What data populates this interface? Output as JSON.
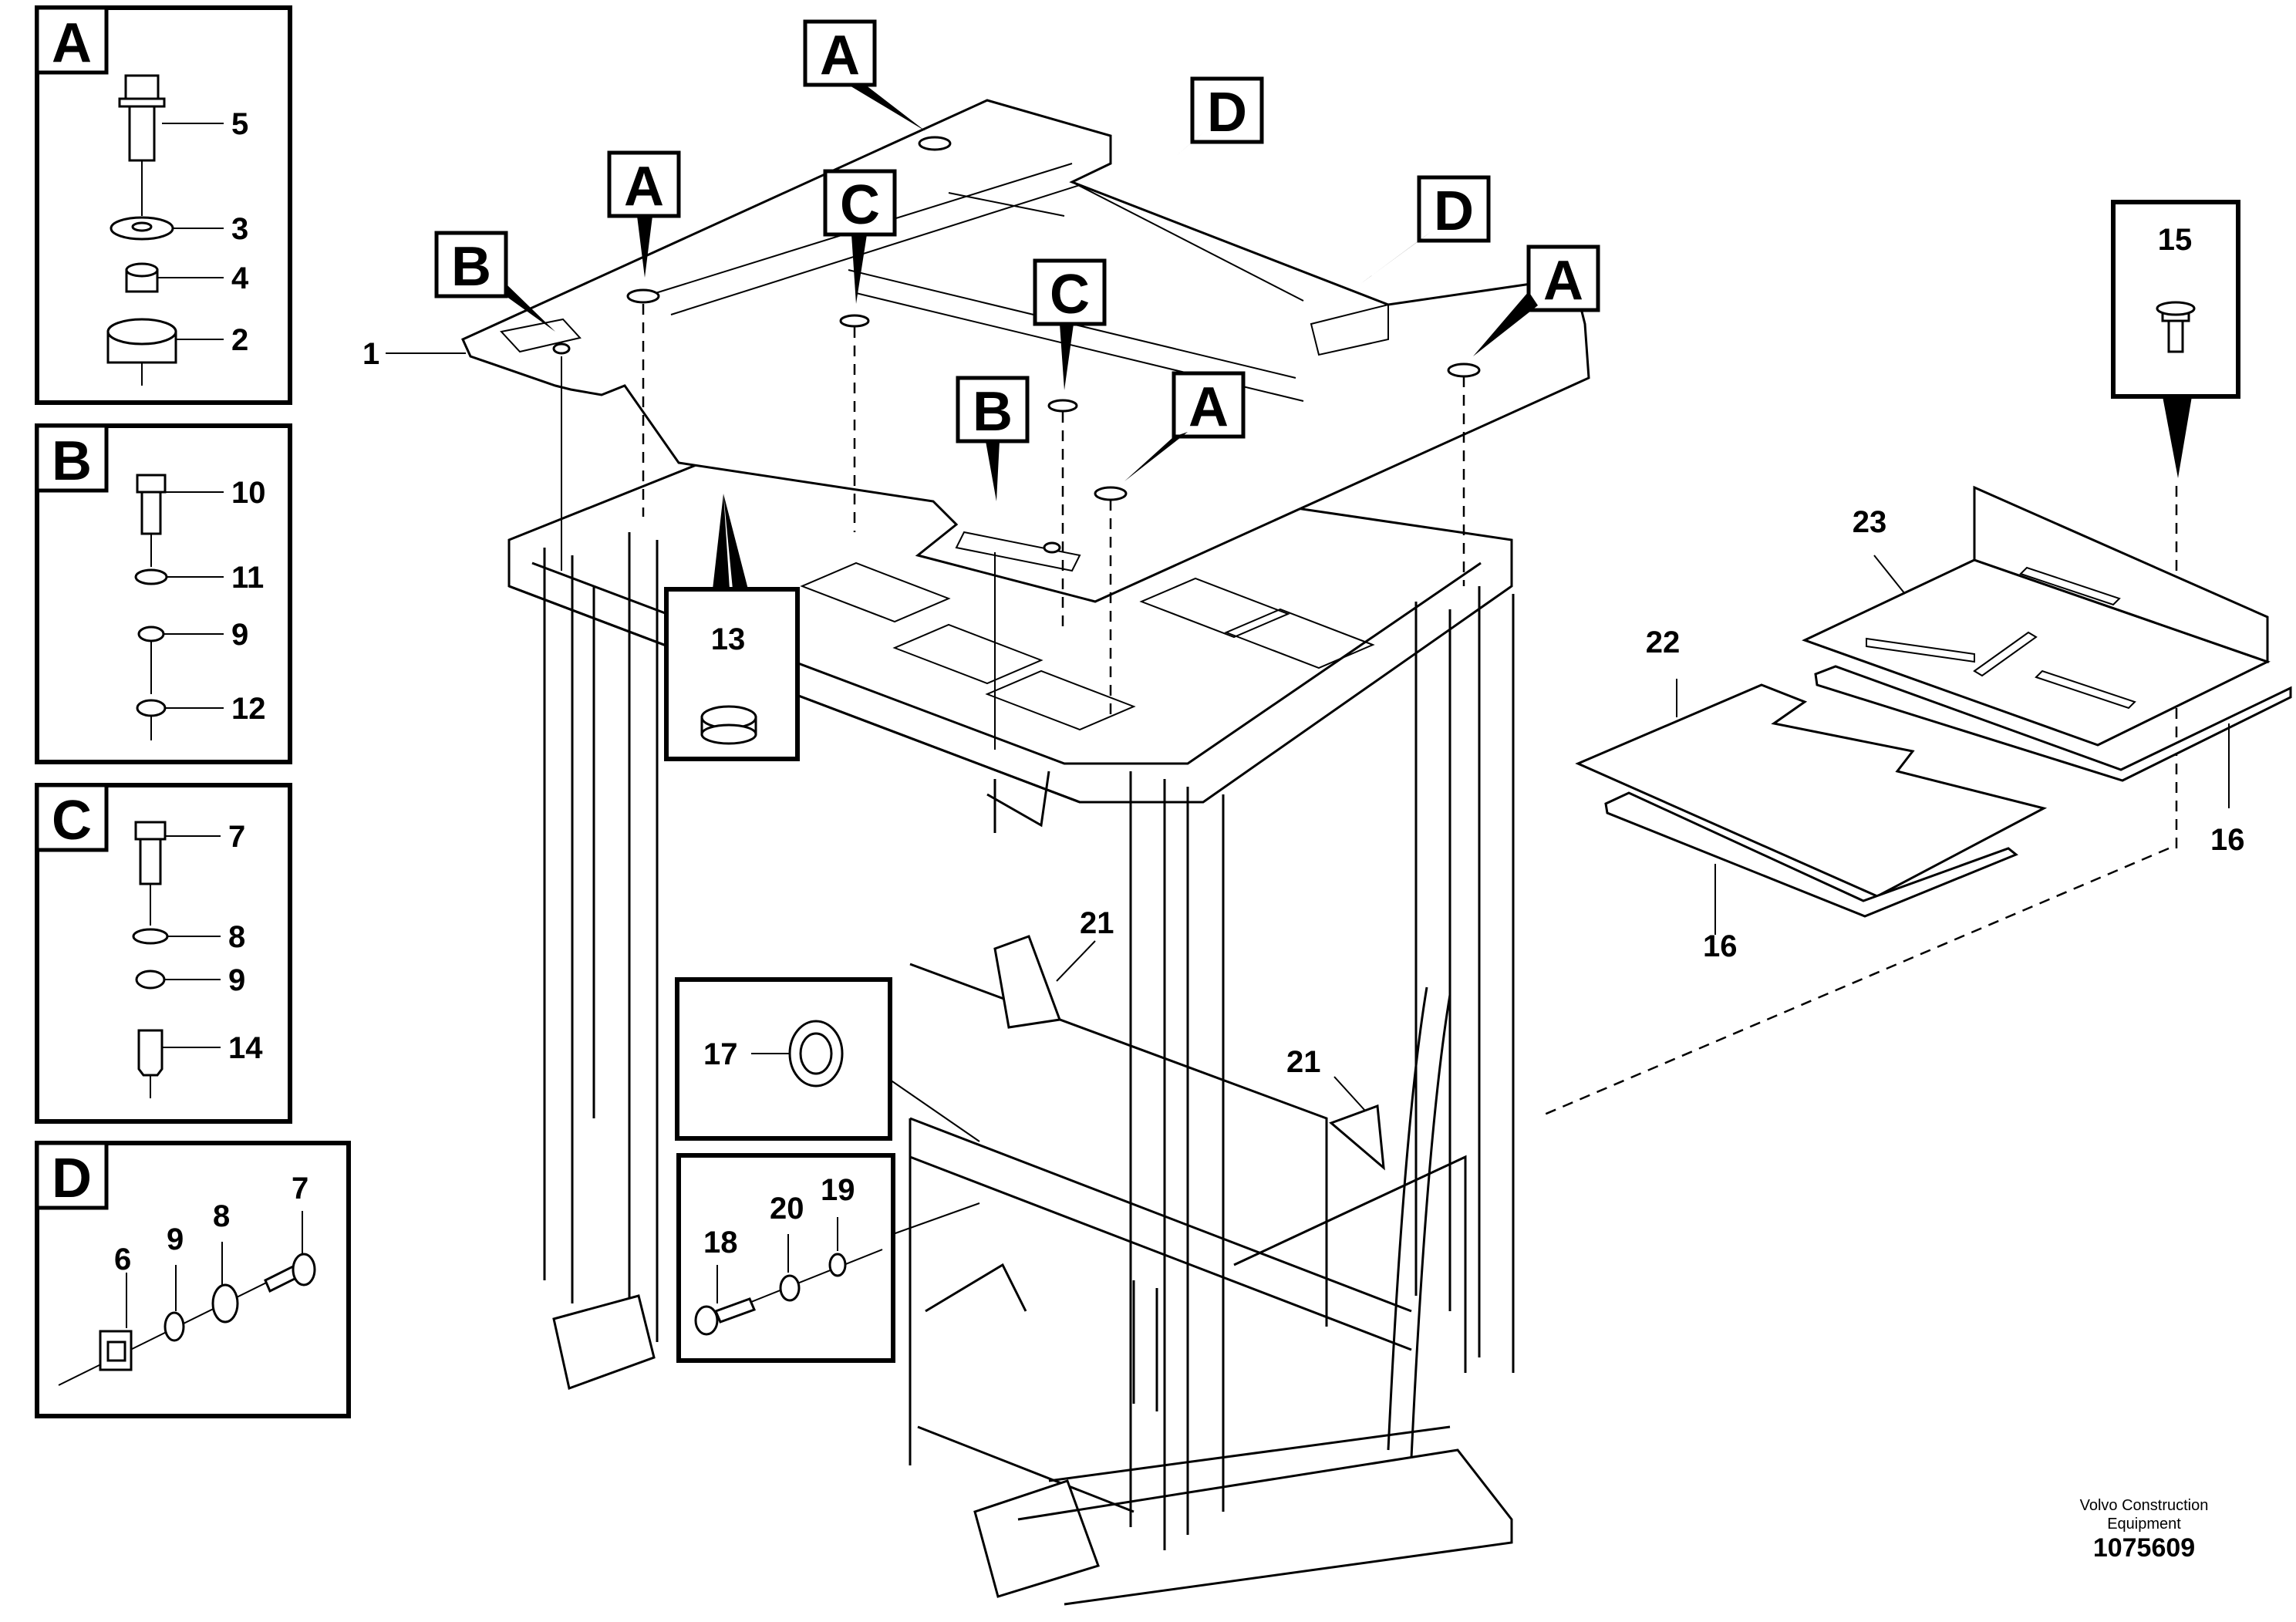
{
  "insets": {
    "A": {
      "letter": "A",
      "labels": [
        "5",
        "3",
        "4",
        "2"
      ]
    },
    "B": {
      "letter": "B",
      "labels": [
        "10",
        "11",
        "9",
        "12"
      ]
    },
    "C": {
      "letter": "C",
      "labels": [
        "7",
        "8",
        "9",
        "14"
      ]
    },
    "D": {
      "letter": "D",
      "labels": [
        "7",
        "8",
        "9",
        "6"
      ]
    },
    "screw15": {
      "label": "15"
    },
    "detail13": {
      "label": "13"
    },
    "detail17": {
      "label": "17"
    },
    "detail18": {
      "labels": [
        "18",
        "20",
        "19"
      ]
    }
  },
  "callouts": {
    "roof": [
      "A",
      "A",
      "A",
      "A",
      "B",
      "B",
      "C",
      "C",
      "D",
      "D"
    ],
    "part1": "1",
    "part21a": "21",
    "part21b": "21",
    "part22": "22",
    "part23": "23",
    "part16a": "16",
    "part16b": "16"
  },
  "footer": {
    "brand_line1": "Volvo Construction",
    "brand_line2": "Equipment",
    "doc_number": "1075609"
  }
}
